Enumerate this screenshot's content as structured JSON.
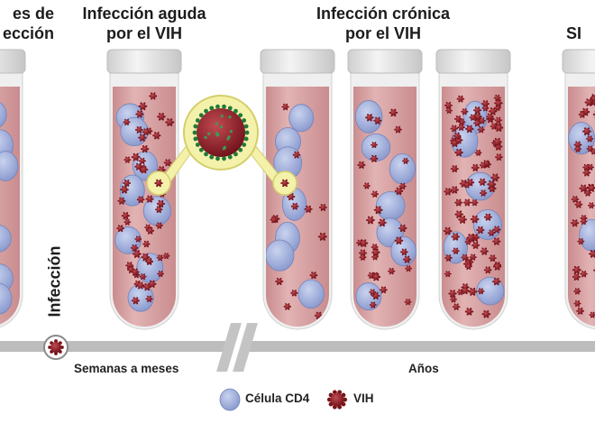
{
  "headings": {
    "pre_infection": [
      "es de",
      "ección"
    ],
    "acute": [
      "Infección aguda",
      "por el VIH"
    ],
    "chronic": [
      "Infección crónica",
      "por el VIH"
    ],
    "aids": "SI"
  },
  "timeline": {
    "event_label": "Infección",
    "segment_1": "Semanas a meses",
    "segment_2": "Años"
  },
  "legend": [
    {
      "label": "Célula CD4",
      "icon": "cd4-cell-icon"
    },
    {
      "label": "VIH",
      "icon": "hiv-virion-icon"
    }
  ],
  "stages": [
    {
      "name": "pre-infection",
      "relative_cd4": "high",
      "relative_hiv": "none"
    },
    {
      "name": "acute",
      "relative_cd4": "medium",
      "relative_hiv": "high"
    },
    {
      "name": "chronic-1",
      "relative_cd4": "medium",
      "relative_hiv": "low"
    },
    {
      "name": "chronic-2",
      "relative_cd4": "medium",
      "relative_hiv": "medium"
    },
    {
      "name": "chronic-3",
      "relative_cd4": "low",
      "relative_hiv": "high"
    },
    {
      "name": "aids",
      "relative_cd4": "very-low",
      "relative_hiv": "very-high"
    }
  ],
  "colors": {
    "blood_fill": "#d9a3a4",
    "tube_cap": "#dcdcdc",
    "cd4_cell": "#9faed8",
    "hiv_virion": "#8b1c24",
    "magnifier": "#f3f0a8",
    "timeline": "#b9b9b9"
  }
}
